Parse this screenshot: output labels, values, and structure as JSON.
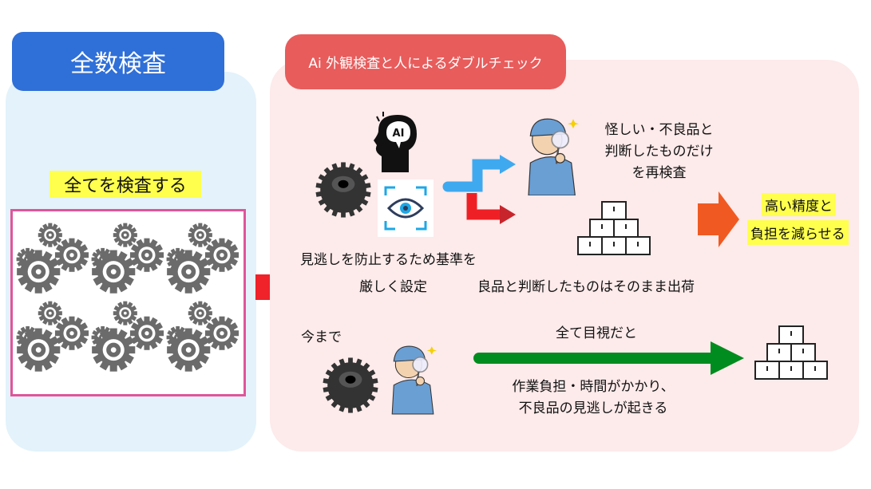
{
  "left": {
    "title": "全数検査",
    "label": "全てを検査する"
  },
  "right": {
    "title": "Ai 外観検査と人によるダブルチェック",
    "ai_badge": "AI",
    "suspicious_line1": "怪しい・不良品と",
    "suspicious_line2": "判断したものだけ",
    "suspicious_line3": "を再検査",
    "criteria_line1": "見逃しを防止するため基準を",
    "criteria_line2": "厳しく設定",
    "good_ship": "良品と判断したものはそのまま出荷",
    "result_line1": "高い精度と",
    "result_line2": "負担を減らせる",
    "until_now": "今まで",
    "all_visual": "全て目視だと",
    "problem_line1": "作業負担・時間がかかり、",
    "problem_line2": "不良品の見逃しが起きる"
  },
  "colors": {
    "blue_title": "#2f6fd8",
    "red_title": "#e85c5c",
    "highlight": "#ffff4d",
    "green_arrow": "#008c1e",
    "orange_arrow": "#f05a22"
  }
}
